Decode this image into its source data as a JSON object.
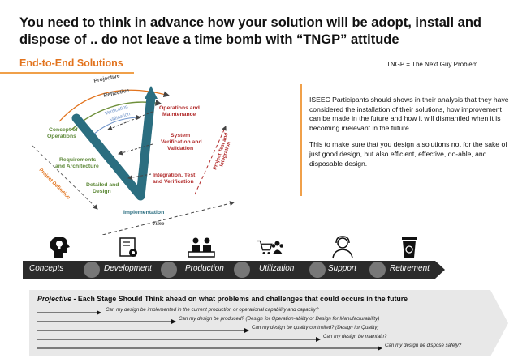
{
  "title": "You need to think in advance how your solution will be adopt, install and dispose of .. do not leave a time bomb with “TNGP” attitude",
  "subtitle": "End-to-End Solutions",
  "note": "TNGP = The Next Guy Problem",
  "callout": {
    "p1": "ISEEC Participants should shows in their analysis that they have considered the installation of their solutions, how improvement can be made in the future and how it will dismantled when it is becoming irrelevant in the future.",
    "p2": "This to make sure that you design a solutions not for the sake of just good design, but also efficient, effective, do-able, and disposable design."
  },
  "vmodel": {
    "projective": "Projective",
    "reflective": "Reflective",
    "verification": "Verification",
    "validation": "Validation",
    "concept_l1": "Concept of",
    "concept_l2": "Operations",
    "req_l1": "Requirements",
    "req_l2": "and Architecture",
    "detailed_l1": "Detailed and",
    "detailed_l2": "Design",
    "implementation": "Implementation",
    "integration_l1": "Integration, Test",
    "integration_l2": "and Verification",
    "system_l1": "System",
    "system_l2": "Verification and",
    "system_l3": "Validation",
    "ops_l1": "Operations and",
    "ops_l2": "Maintenance",
    "project_def": "Project Definition",
    "project_test_l1": "Project Test and",
    "project_test_l2": "Integration",
    "time": "Time"
  },
  "stages": [
    "Concepts",
    "Development",
    "Production",
    "Utilization",
    "Support",
    "Retirement"
  ],
  "projective": {
    "heading_bold": "Projective",
    "heading_rest": " - Each Stage Should Think ahead on what problems and challenges that could occurs in the future",
    "questions": [
      "Can my design be implemented in the current production or operational capability and capacity?",
      "Can my design be produced? (Design for Operation-ability or Design for Manufacturability)",
      "Can my design be quality controlled? (Design for Quality)",
      "Can my design be maintain?",
      "Can my design be dispose safely?"
    ]
  },
  "colors": {
    "accent": "#e2731d",
    "teal": "#2b6e80",
    "bar": "#2b2b2b",
    "red": "#b22c2c",
    "green": "#5f8a3a"
  }
}
